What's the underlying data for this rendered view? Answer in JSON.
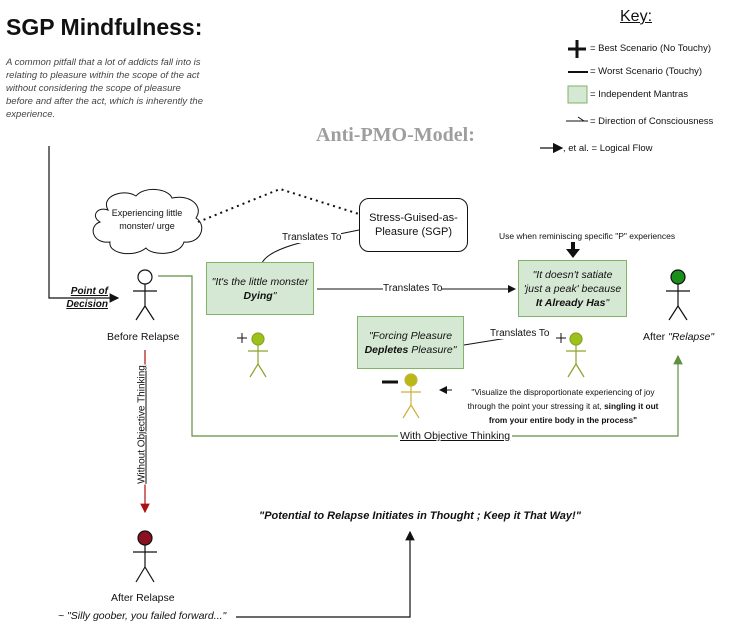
{
  "title": "SGP Mindfulness:",
  "intro": "A common pitfall that a lot of addicts fall into is relating to pleasure within the scope of the act without considering the scope of pleasure before and after the act, which is inherently the experience.",
  "model_title": "Anti-PMO-Model:",
  "key": {
    "title": "Key:",
    "best": "= Best Scenario (No Touchy)",
    "worst": "= Worst Scenario (Touchy)",
    "mantras": "= Independent Mantras",
    "direction": "= Direction of Consciousness",
    "logical": ", et al. = Logical Flow"
  },
  "cloud": "Experiencing little monster/ urge",
  "sgp_box": "Stress-Guised-as-Pleasure (SGP)",
  "point_of_decision": "Point of Decision",
  "before_relapse": "Before Relapse",
  "after_relapse_quoted": "After \"Relapse\"",
  "after_relapse": "After Relapse",
  "mantra_dying": {
    "prefix": "\"It's the little monster ",
    "bold": "Dying",
    "suffix": "\""
  },
  "mantra_satiate": {
    "prefix": "\"It doesn't satiate 'just a peak' because ",
    "bold": "It Already Has",
    "suffix": "\""
  },
  "mantra_forcing": {
    "prefix": "\"Forcing Pleasure ",
    "bold": "Depletes",
    "suffix": " Pleasure\""
  },
  "translates_to": "Translates To",
  "use_when": "Use when reminiscing specific \"P\" experiences",
  "visualize": {
    "line1": "\"Visualize the disproportionate experiencing of joy",
    "line2a": "through the point your stressing it at, ",
    "line2b": "singling it out",
    "line3": "from your entire body in the process\""
  },
  "with_objective": "With Objective Thinking",
  "without_objective": "Without Objective Thinking",
  "potential": "\"Potential to Relapse Initiates in Thought ; Keep it That Way!\"",
  "silly": "~ \"Silly goober, you failed forward...\""
}
